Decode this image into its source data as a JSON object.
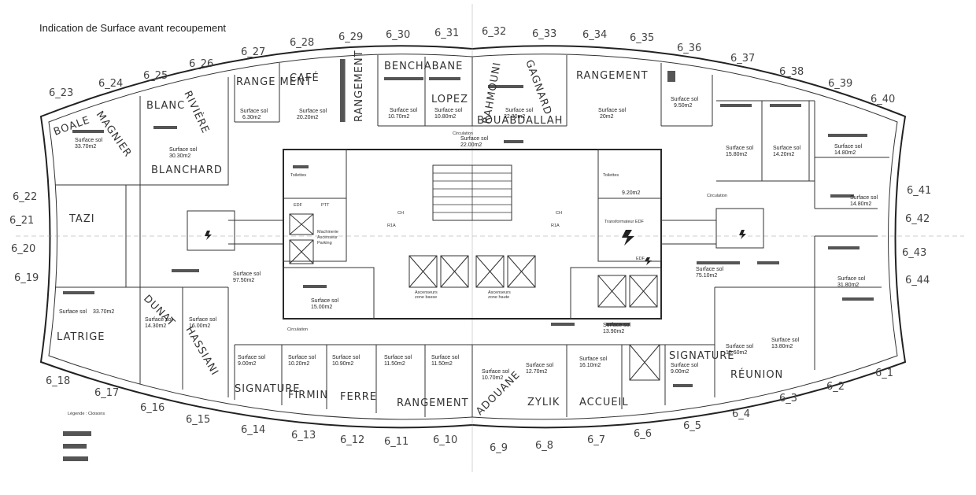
{
  "title": "Indication de Surface avant recoupement",
  "office_numbers": [
    {
      "id": "6_1",
      "label": "6_1"
    },
    {
      "id": "6_2",
      "label": "6_2"
    },
    {
      "id": "6_3",
      "label": "6_3"
    },
    {
      "id": "6_4",
      "label": "6_4"
    },
    {
      "id": "6_5",
      "label": "6_5"
    },
    {
      "id": "6_6",
      "label": "6_6"
    },
    {
      "id": "6_7",
      "label": "6_7"
    },
    {
      "id": "6_8",
      "label": "6_8"
    },
    {
      "id": "6_9",
      "label": "6_9"
    },
    {
      "id": "6_10",
      "label": "6_10"
    },
    {
      "id": "6_11",
      "label": "6_11"
    },
    {
      "id": "6_12",
      "label": "6_12"
    },
    {
      "id": "6_13",
      "label": "6_13"
    },
    {
      "id": "6_14",
      "label": "6_14"
    },
    {
      "id": "6_15",
      "label": "6_15"
    },
    {
      "id": "6_16",
      "label": "6_16"
    },
    {
      "id": "6_17",
      "label": "6_17"
    },
    {
      "id": "6_18",
      "label": "6_18"
    },
    {
      "id": "6_19",
      "label": "6_19"
    },
    {
      "id": "6_20",
      "label": "6_20"
    },
    {
      "id": "6_21",
      "label": "6_21"
    },
    {
      "id": "6_22",
      "label": "6_22"
    },
    {
      "id": "6_23",
      "label": "6_23"
    },
    {
      "id": "6_24",
      "label": "6_24"
    },
    {
      "id": "6_25",
      "label": "6_25"
    },
    {
      "id": "6_26",
      "label": "6_26"
    },
    {
      "id": "6_27",
      "label": "6_27"
    },
    {
      "id": "6_28",
      "label": "6_28"
    },
    {
      "id": "6_29",
      "label": "6_29"
    },
    {
      "id": "6_30",
      "label": "6_30"
    },
    {
      "id": "6_31",
      "label": "6_31"
    },
    {
      "id": "6_32",
      "label": "6_32"
    },
    {
      "id": "6_33",
      "label": "6_33"
    },
    {
      "id": "6_34",
      "label": "6_34"
    },
    {
      "id": "6_35",
      "label": "6_35"
    },
    {
      "id": "6_36",
      "label": "6_36"
    },
    {
      "id": "6_37",
      "label": "6_37"
    },
    {
      "id": "6_38",
      "label": "6_38"
    },
    {
      "id": "6_39",
      "label": "6_39"
    },
    {
      "id": "6_40",
      "label": "6_40"
    },
    {
      "id": "6_41",
      "label": "6_41"
    },
    {
      "id": "6_42",
      "label": "6_42"
    },
    {
      "id": "6_43",
      "label": "6_43"
    },
    {
      "id": "6_44",
      "label": "6_44"
    }
  ],
  "handwritten": {
    "rangement_top": "RANGE MENT",
    "cafe": "CAFÉ",
    "rangement_vertical": "RANGEMENT",
    "benchabane": "BENCHABANE",
    "lopez": "LOPEZ",
    "rahmouni": "RAHMOUNI",
    "gagnard": "GAGNARD",
    "bouabdallah": "BOUABDALLAH",
    "rangement_right": "RANGEMENT",
    "blanc": "BLANC",
    "riviere": "RIVIÈRE",
    "blanchard": "BLANCHARD",
    "boale": "BOALE",
    "magnier": "MAGNIER",
    "tazi": "TAZI",
    "latrige": "LATRIGE",
    "dunat": "DUNAT",
    "hassiani": "HASSIANI",
    "signature_left": "SIGNATURE",
    "firmin": "FIRMIN",
    "ferre": "FERRE",
    "rangement_bottom": "RANGEMENT",
    "adouane": "ADOUANE",
    "zylik": "ZYLIK",
    "accueil": "ACCUEIL",
    "signature_right": "SIGNATURE",
    "reunion": "RÉUNION"
  },
  "surfaces": {
    "s630": {
      "label": "Surface sol",
      "value": "6.30m2"
    },
    "s2020": {
      "label": "Surface sol",
      "value": "20.20m2"
    },
    "s1070a": {
      "label": "Surface sol",
      "value": "10.70m2"
    },
    "s1080a": {
      "label": "Surface sol",
      "value": "10.80m2"
    },
    "s2230": {
      "label": "Surface sol",
      "value": "22.30m2"
    },
    "s20": {
      "label": "Surface sol",
      "value": "20m2"
    },
    "s950": {
      "label": "Surface sol",
      "value": "9.50m2"
    },
    "s3370a": {
      "label": "Surface sol",
      "value": "33.70m2"
    },
    "s3030": {
      "label": "Surface sol",
      "value": "30.30m2"
    },
    "s2200": {
      "label": "Surface sol",
      "value": "22.00m2"
    },
    "s1580": {
      "label": "Surface sol",
      "value": "15.80m2"
    },
    "s1420": {
      "label": "Surface sol",
      "value": "14.20m2"
    },
    "s1480a": {
      "label": "Surface sol",
      "value": "14.80m2"
    },
    "s1480b": {
      "label": "Surface sol",
      "value": "14.80m2"
    },
    "s920": {
      "label": "",
      "value": "9.20m2"
    },
    "s9750": {
      "label": "Surface sol",
      "value": "97.50m2"
    },
    "s7510": {
      "label": "Surface sol",
      "value": "75.10m2"
    },
    "s3180": {
      "label": "Surface sol",
      "value": "31.80m2"
    },
    "s3370b": {
      "label": "Surface sol",
      "value": "33.70m2"
    },
    "s1500": {
      "label": "Surface sol",
      "value": "15.00m2"
    },
    "s1430": {
      "label": "Surface sol",
      "value": "14.30m2"
    },
    "s1600": {
      "label": "Surface sol",
      "value": "16.00m2"
    },
    "s1390": {
      "label": "Surface sol",
      "value": "13.90m2"
    },
    "s1560": {
      "label": "Surface sol",
      "value": "15.60m2"
    },
    "s1380": {
      "label": "Surface sol",
      "value": "13.80m2"
    },
    "s900a": {
      "label": "Surface sol",
      "value": "9.00m2"
    },
    "s1020": {
      "label": "Surface sol",
      "value": "10.20m2"
    },
    "s1090": {
      "label": "Surface sol",
      "value": "10.90m2"
    },
    "s1150a": {
      "label": "Surface sol",
      "value": "11.50m2"
    },
    "s1150b": {
      "label": "Surface sol",
      "value": "11.50m2"
    },
    "s1070b": {
      "label": "Surface sol",
      "value": "10.70m2"
    },
    "s1270": {
      "label": "Surface sol",
      "value": "12.70m2"
    },
    "s1610": {
      "label": "Surface sol",
      "value": "16.10m2"
    },
    "s900b": {
      "label": "Surface sol",
      "value": "9.00m2"
    }
  },
  "labels": {
    "circulation_top": "Circulation",
    "circulation_right": "Circulation",
    "circulation_bottom": "Circulation",
    "toilettes_left": "Toilettes",
    "toilettes_right": "Toilettes",
    "edf_left": "EDF",
    "ptt": "PTT",
    "machinerie": "Machinerie",
    "ascenseur": "Ascenseur",
    "parking": "Parking",
    "transformateur": "Transformateur EDF",
    "edf_right": "EDF",
    "asc_basse_1": "Ascenseurs",
    "asc_basse_2": "zone basse",
    "asc_haute_1": "Ascenseurs",
    "asc_haute_2": "zone haute",
    "ch_left": "CH",
    "ch_right": "CH",
    "r1a_left": "R1A",
    "r1a_right": "R1A",
    "legend": "Légende : Cloisons"
  }
}
